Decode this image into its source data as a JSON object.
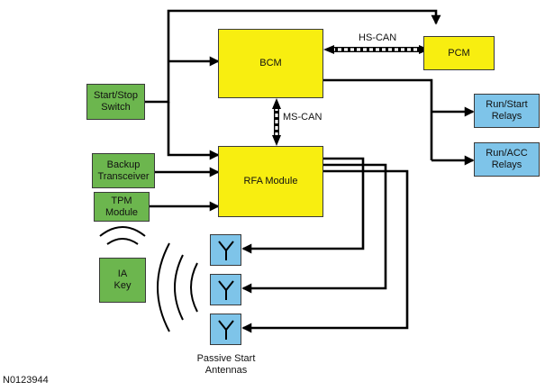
{
  "modules": {
    "bcm": "BCM",
    "pcm": "PCM",
    "rfa": "RFA Module",
    "start_stop": [
      "Start/Stop",
      "Switch"
    ],
    "backup": [
      "Backup",
      "Transceiver"
    ],
    "tpm": [
      "TPM",
      "Module"
    ],
    "ia_key": [
      "IA",
      "Key"
    ],
    "run_start": [
      "Run/Start",
      "Relays"
    ],
    "run_acc": [
      "Run/ACC",
      "Relays"
    ]
  },
  "buses": {
    "hs_can": "HS-CAN",
    "ms_can": "MS-CAN"
  },
  "antennas": {
    "label": [
      "Passive Start",
      "Antennas"
    ]
  },
  "figure_id": "N0123944",
  "colors": {
    "module_yellow": "#f8ee10",
    "module_green": "#6cb64e",
    "module_blue": "#7ec4e9"
  }
}
